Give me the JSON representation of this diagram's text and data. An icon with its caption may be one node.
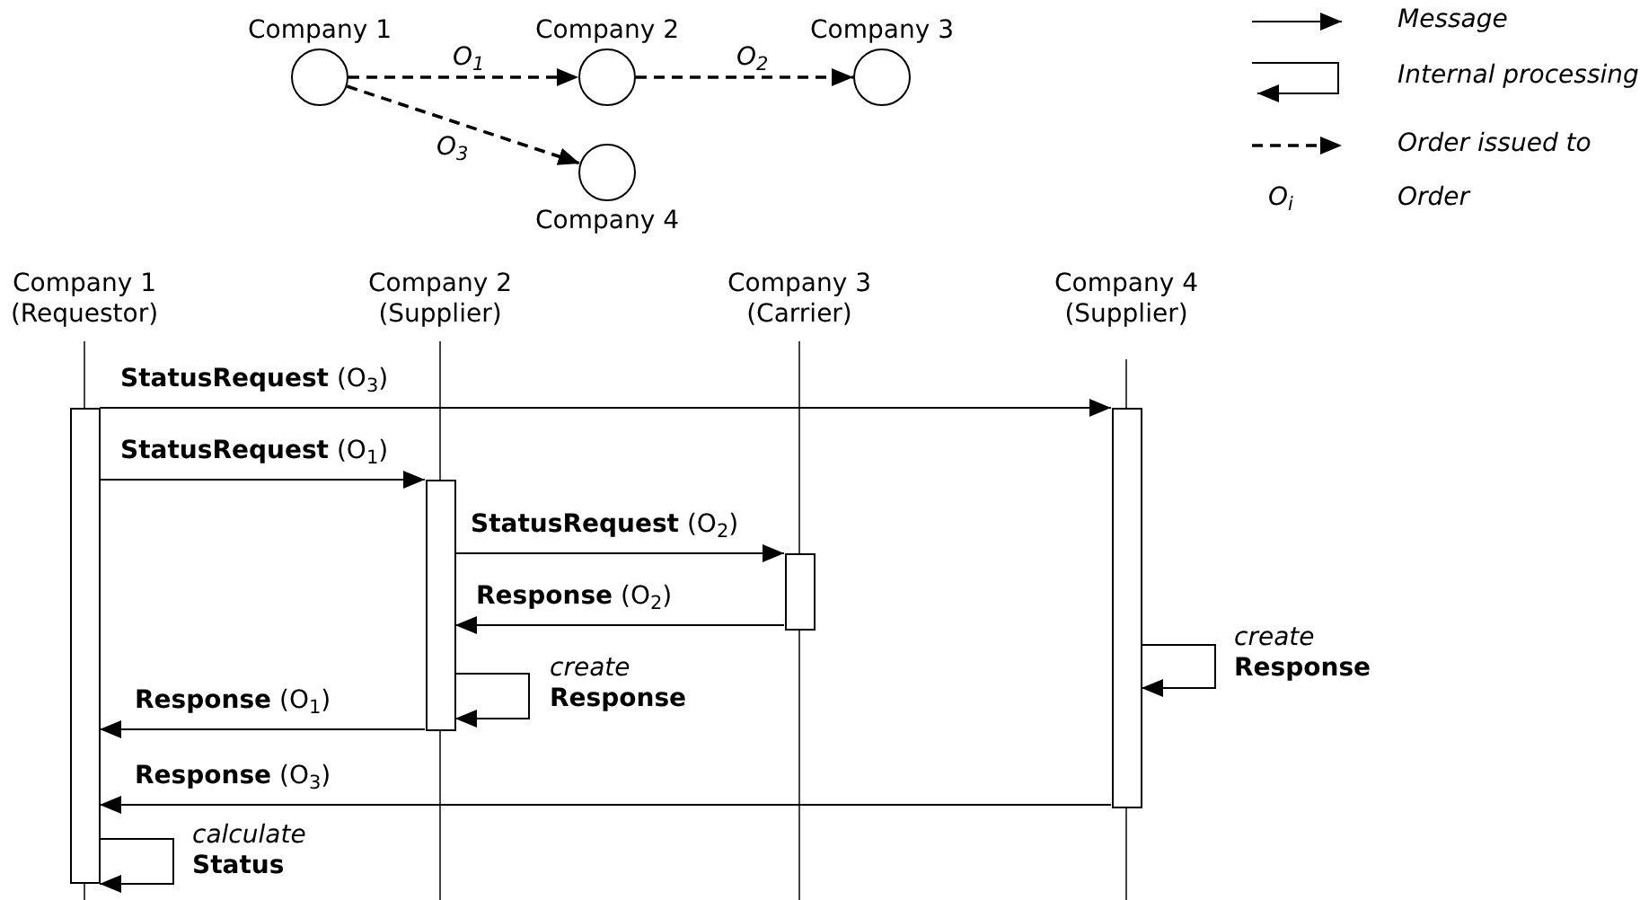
{
  "diagram": {
    "nodes": [
      {
        "text": [
          "Company 1"
        ]
      },
      {
        "text": [
          "Company 2"
        ]
      },
      {
        "text": [
          "Company 3"
        ]
      },
      {
        "text": [
          "Company 4"
        ]
      },
      {
        "text": [
          "Company 1 (Requestor)"
        ]
      },
      {
        "text": [
          "Company 2 (Supplier)"
        ]
      },
      {
        "text": [
          "Company 3 (Carrier)"
        ]
      },
      {
        "text": [
          "Company 4 (Supplier)"
        ]
      },
      {
        "text": [],
        "shape": "bar"
      },
      {
        "text": [],
        "shape": "bar"
      },
      {
        "text": [],
        "shape": "bar"
      },
      {
        "text": [],
        "shape": "bar"
      }
    ],
    "edges": [
      {
        "from": 0,
        "to": 1,
        "arrow": "to",
        "style": "dashed",
        "label": "O$_{1}$"
      },
      {
        "from": 1,
        "to": 2,
        "arrow": "to",
        "style": "dashed",
        "label": "O$_{2}$"
      },
      {
        "from": 0,
        "to": 3,
        "arrow": "to",
        "style": "dashed",
        "label": "O$_{3}$"
      },
      {
        "from": 8,
        "to": 11,
        "arrow": "to",
        "label": "**StatusRequest** (O$_{3}$)"
      },
      {
        "from": 8,
        "to": 9,
        "arrow": "to",
        "label": "**StatusRequest** (O$_{1}$)"
      },
      {
        "from": 9,
        "to": 10,
        "arrow": "to",
        "label": "**StatusRequest** (O$_{2}$)"
      },
      {
        "from": 10,
        "to": 9,
        "arrow": "to",
        "label": "**Response** (O$_{2}$)"
      },
      {
        "from": 9,
        "to": 9,
        "arrow": "to",
        "label": "*create* **Response**"
      },
      {
        "from": 9,
        "to": 8,
        "arrow": "to",
        "label": "**Response** (O$_{1}$)"
      },
      {
        "from": 11,
        "to": 11,
        "arrow": "to",
        "label": "*create* **Response**"
      },
      {
        "from": 11,
        "to": 8,
        "arrow": "to",
        "label": "**Response** (O$_{3}$)"
      },
      {
        "from": 8,
        "to": 8,
        "arrow": "to",
        "label": "*calculate* **Status**"
      }
    ],
    "labels": [
      "O$_{i}$"
    ],
    "legend": [
      {
        "text": "Message"
      },
      {
        "text": "Internal processing"
      },
      {
        "text": "Order issued to"
      },
      {
        "text": "Order"
      }
    ]
  }
}
